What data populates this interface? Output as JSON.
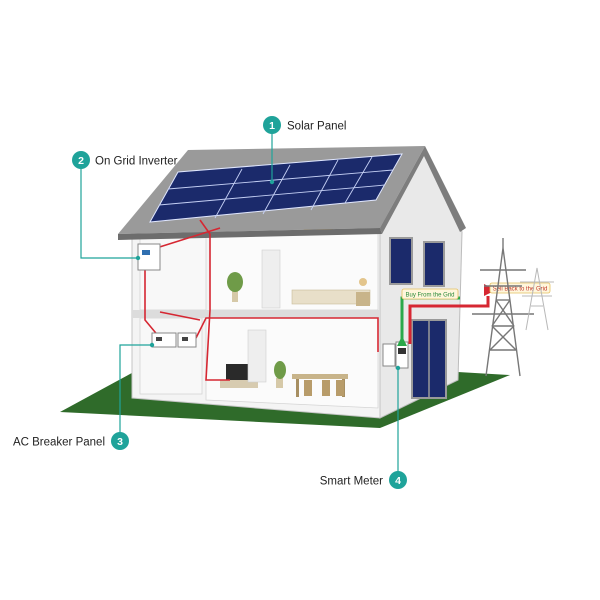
{
  "callouts": [
    {
      "number": "1",
      "label": "Solar Panel"
    },
    {
      "number": "2",
      "label": "On Grid Inverter"
    },
    {
      "number": "3",
      "label": "AC Breaker Panel"
    },
    {
      "number": "4",
      "label": "Smart Meter"
    }
  ],
  "flow_tags": {
    "buy": "Buy From the Grid",
    "sell": "Sell Back to the Grid"
  },
  "colors": {
    "callout": "#1fa39a",
    "grass": "#2f6b2a",
    "panel": "#1b2a6b",
    "roof": "#8a8a8a",
    "wire_red": "#d62732",
    "wire_green": "#2aa84a",
    "tag_fill": "#fff6dc",
    "tag_border": "#e4c060"
  }
}
